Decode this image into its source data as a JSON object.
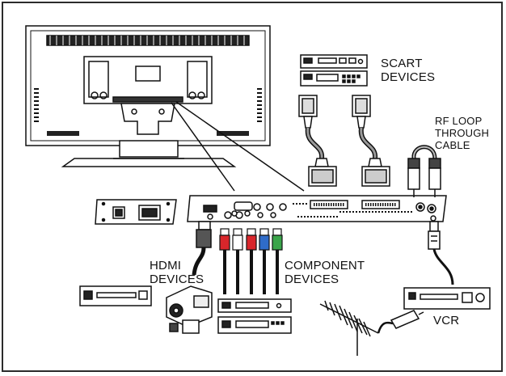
{
  "labels": {
    "scart": [
      "SCART",
      "DEVICES"
    ],
    "rf_loop": [
      "RF LOOP",
      "THROUGH",
      "CABLE"
    ],
    "hdmi": [
      "HDMI",
      "DEVICES"
    ],
    "component": [
      "COMPONENT",
      "DEVICES"
    ],
    "vcr": "VCR"
  },
  "colors": {
    "outline": "#111111",
    "dark_fill": "#2a2a2a",
    "gray_fill": "#8a8a8a",
    "rca_red": "#d9262b",
    "rca_blue": "#2f6cc9",
    "rca_green": "#3aa54a",
    "frame": "#2b2b2b"
  },
  "icons": [
    "tv-rear",
    "connector-panel",
    "power-panel",
    "scart-cable",
    "rf-loop-cable",
    "hdmi-cable",
    "rca-cables",
    "camcorder",
    "antenna",
    "vcr"
  ]
}
